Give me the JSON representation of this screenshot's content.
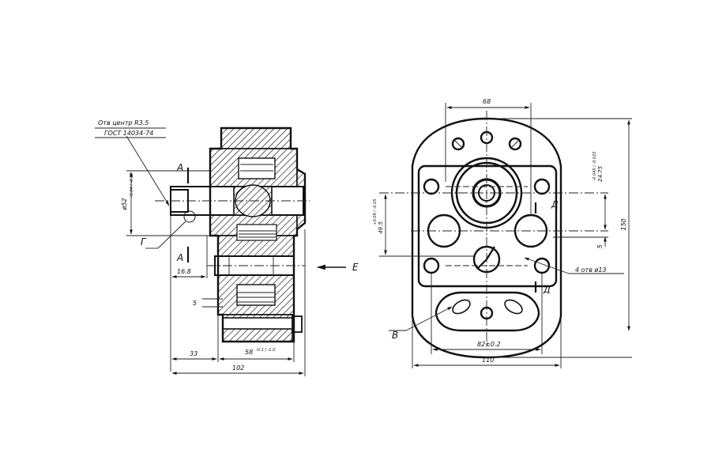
{
  "drawing": {
    "left_view": {
      "note_line1": "Отв центр R3.5",
      "note_line2": "ГОСТ 14034-74",
      "dim_diameter": "ø52",
      "dim_diameter_tol": "-0.04 / -0.12",
      "dim_16_8": "16.8",
      "dim_5": "5",
      "dim_33": "33",
      "dim_58": "58",
      "dim_58_tol": "-0.1 / -1.0",
      "dim_102": "102",
      "label_A_top": "А",
      "label_A_bottom": "А",
      "label_G": "Г",
      "label_E": "Е"
    },
    "right_view": {
      "dim_68": "68",
      "dim_24_75": "24.75",
      "dim_24_75_tol": "-0.045 / -0.025",
      "dim_49_5": "49.5",
      "dim_49_5_tol": "+0.09 / -0.05",
      "dim_150": "150",
      "dim_5": "5",
      "dim_82": "82±0.2",
      "dim_110": "110",
      "holes_note": "4 отв ø13",
      "label_D_top": "Д",
      "label_D_bottom": "Д",
      "label_V": "В"
    }
  }
}
